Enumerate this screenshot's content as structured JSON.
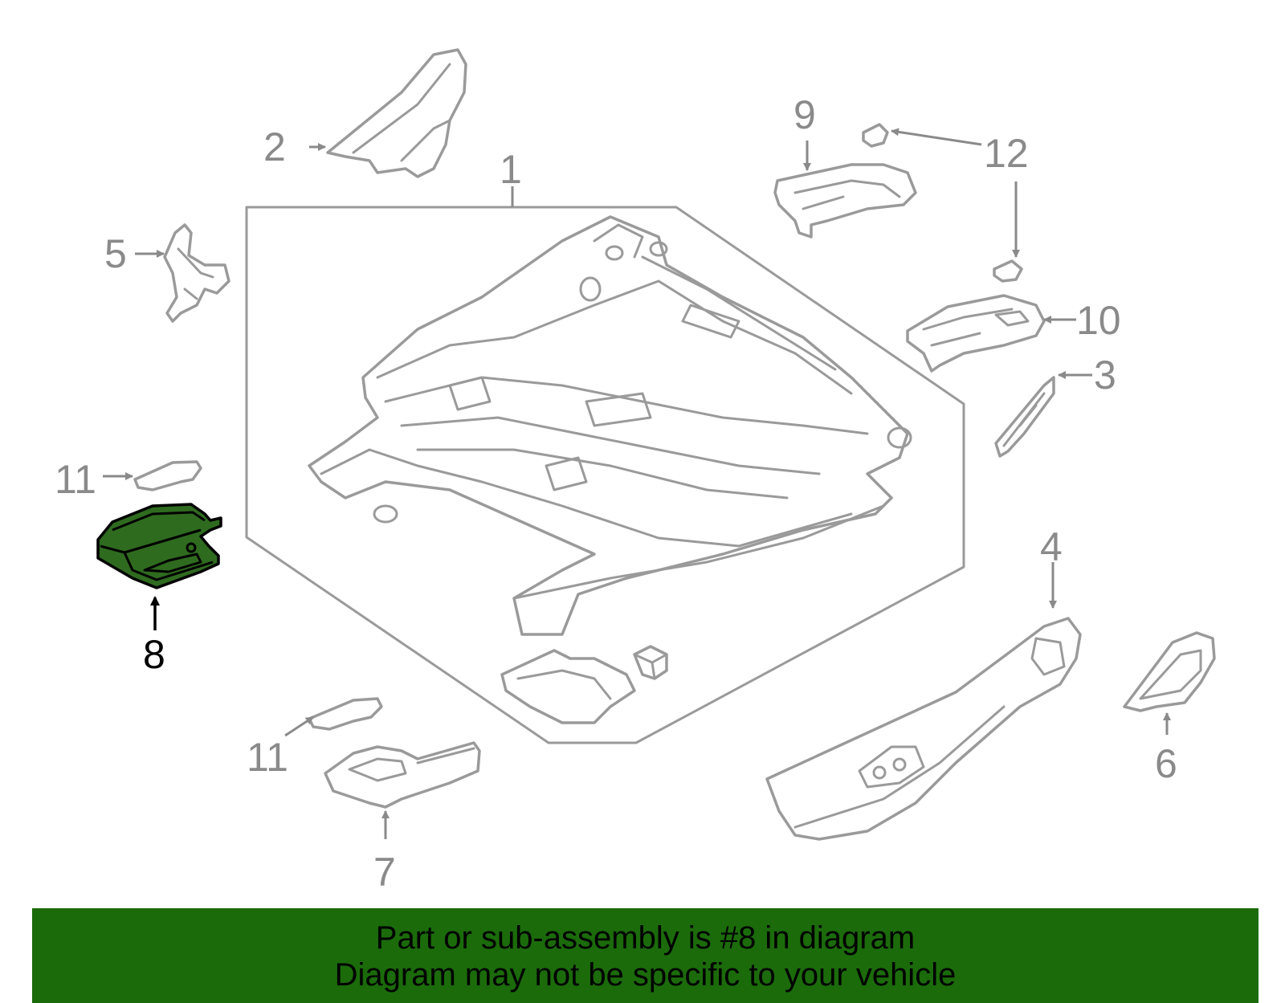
{
  "diagram": {
    "callouts": {
      "c1": "1",
      "c2": "2",
      "c3": "3",
      "c4": "4",
      "c5": "5",
      "c6": "6",
      "c7": "7",
      "c8": "8",
      "c9": "9",
      "c10": "10",
      "c11a": "11",
      "c11b": "11",
      "c12": "12"
    },
    "highlighted_part": "8",
    "colors": {
      "highlight_fill": "#2f6b1f",
      "banner_bg": "#1b6b0b",
      "line_gray": "#9a9a9a"
    }
  },
  "banner": {
    "line1": "Part or sub-assembly is #8 in diagram",
    "line2": "Diagram may not be specific to your vehicle"
  }
}
